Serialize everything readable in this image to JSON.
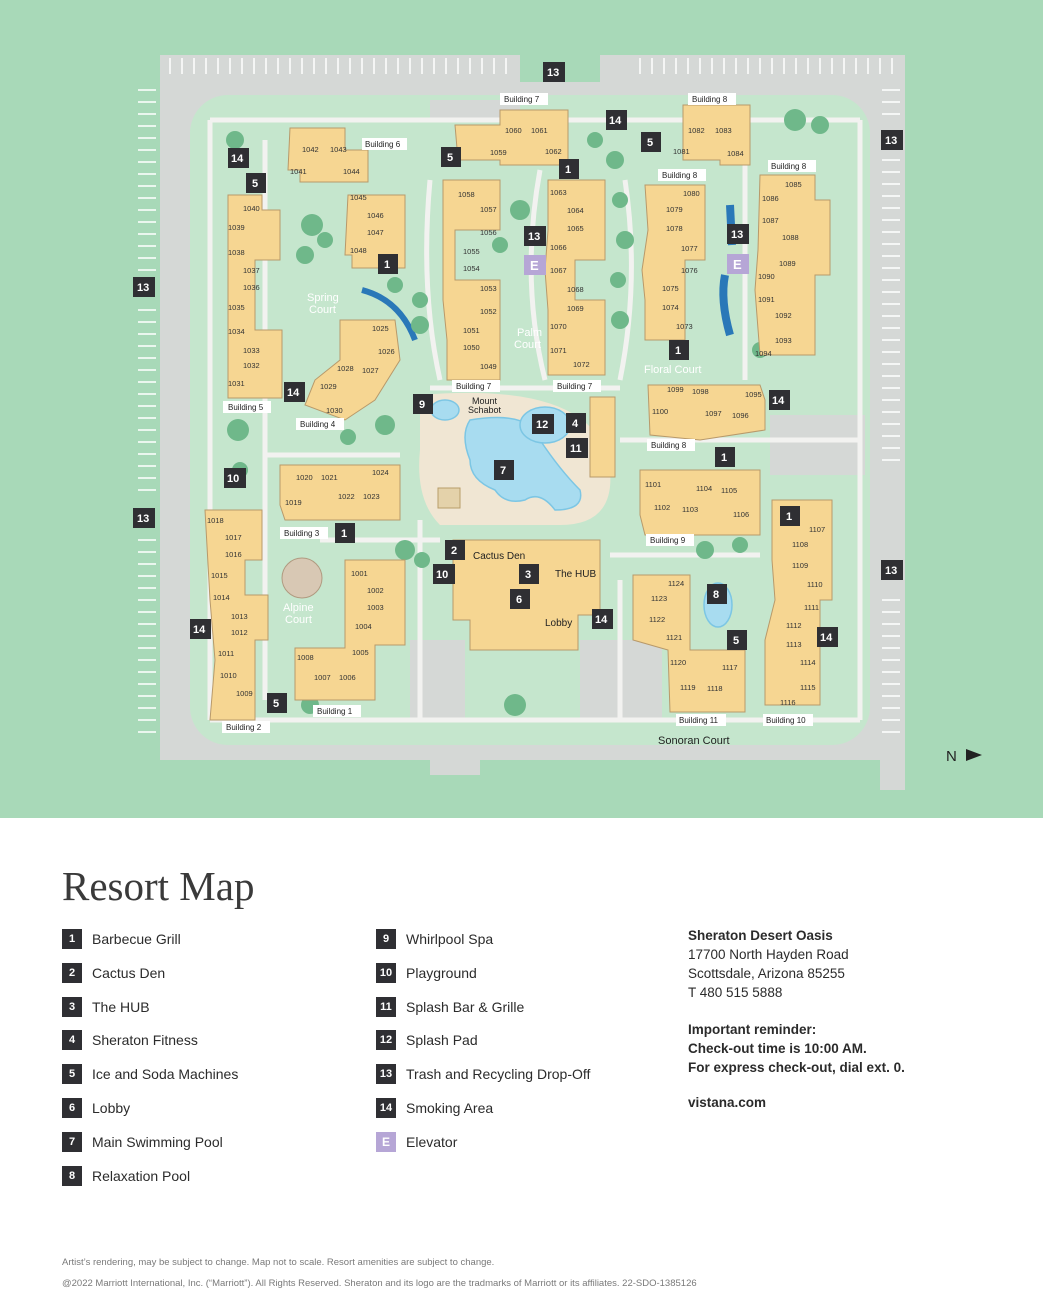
{
  "map": {
    "courts": {
      "spring": [
        "Spring",
        "Court"
      ],
      "palm": [
        "Palm",
        "Court"
      ],
      "floral": "Floral Court",
      "alpine": [
        "Alpine",
        "Court"
      ],
      "sonoran": "Sonoran Court"
    },
    "features": {
      "mount_schabot": [
        "Mount",
        "Schabot"
      ],
      "cactus_den": "Cactus Den",
      "the_hub": "The HUB",
      "lobby": "Lobby"
    },
    "north_label": "N",
    "buildings": {
      "b1": "Building 1",
      "b2": "Building 2",
      "b3": "Building 3",
      "b4": "Building 4",
      "b5": "Building 5",
      "b6": "Building 6",
      "b7": "Building 7",
      "b8": "Building 8",
      "b9": "Building 9",
      "b10": "Building 10",
      "b11": "Building 11"
    },
    "elevator_glyph": "E"
  },
  "legend": {
    "title": "Resort Map",
    "items": [
      {
        "num": "1",
        "label": "Barbecue Grill"
      },
      {
        "num": "2",
        "label": "Cactus Den"
      },
      {
        "num": "3",
        "label": "The HUB"
      },
      {
        "num": "4",
        "label": "Sheraton Fitness"
      },
      {
        "num": "5",
        "label": "Ice and Soda Machines"
      },
      {
        "num": "6",
        "label": "Lobby"
      },
      {
        "num": "7",
        "label": "Main Swimming Pool"
      },
      {
        "num": "8",
        "label": "Relaxation Pool"
      },
      {
        "num": "9",
        "label": "Whirlpool Spa"
      },
      {
        "num": "10",
        "label": "Playground"
      },
      {
        "num": "11",
        "label": "Splash Bar & Grille"
      },
      {
        "num": "12",
        "label": "Splash Pad"
      },
      {
        "num": "13",
        "label": "Trash and Recycling Drop-Off"
      },
      {
        "num": "14",
        "label": "Smoking Area"
      },
      {
        "num": "E",
        "label": "Elevator"
      }
    ]
  },
  "contact": {
    "name": "Sheraton Desert Oasis",
    "address1": "17700 North Hayden Road",
    "address2": "Scottsdale, Arizona 85255",
    "phone": "T  480 515 5888",
    "reminder1": "Important reminder:",
    "reminder2": "Check-out time is 10:00 AM.",
    "reminder3": "For express check-out, dial ext. 0.",
    "website": "vistana.com"
  },
  "footer": {
    "disclaimer": "Artist’s rendering, may be subject to change. Map not to scale. Resort amenities are subject to change.",
    "copyright": "@2022 Marriott International, Inc. (“Marriott”). All Rights Reserved. Sheraton and its logo are the tradmarks of Marriott or its affiliates. 22-SDO-1385126"
  },
  "colors": {
    "surround": "#a8d9b8",
    "lot": "#d5d8d6",
    "lawn": "#c5e6cd",
    "building": "#f6d692",
    "water": "#a8dcf0",
    "marker": "#2f2f33",
    "elevator": "#b6a6d6"
  }
}
